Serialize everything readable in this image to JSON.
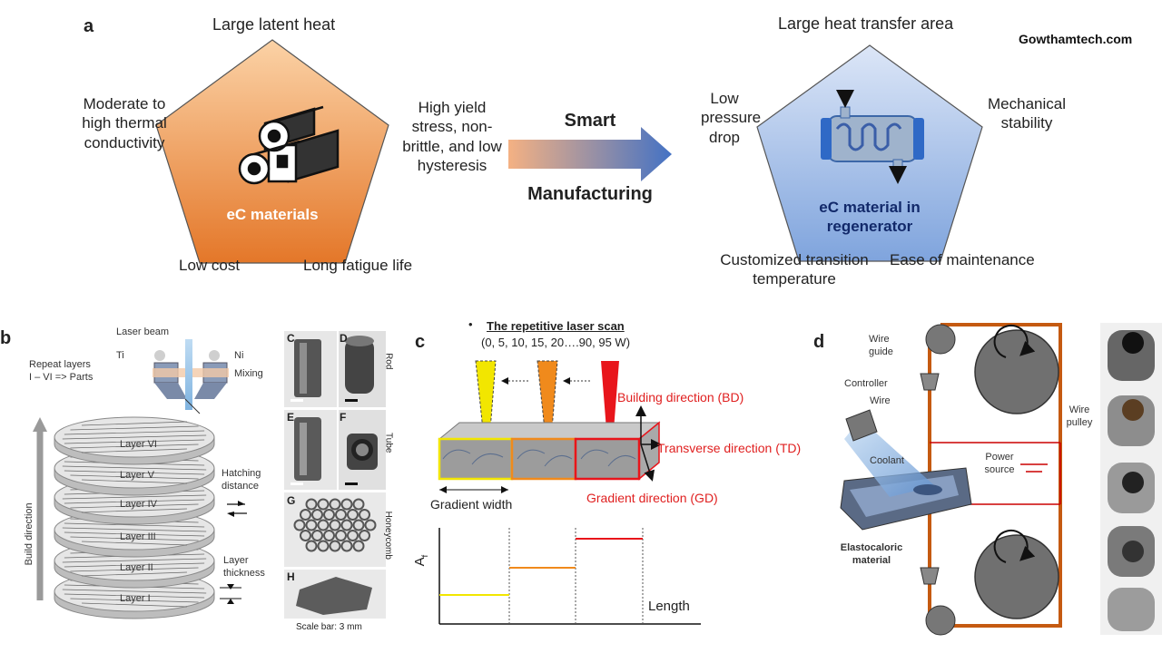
{
  "watermark": "Gowthamtech.com",
  "panel_a": {
    "letter": "a",
    "left_pentagon": {
      "center_label": "eC materials",
      "top": "Large latent heat",
      "left": "Moderate to high thermal conductivity",
      "left_lines": [
        "Moderate to",
        "high thermal",
        "conductivity"
      ],
      "right_lines": [
        "High yield",
        "stress, non-",
        "brittle, and low",
        "hysteresis"
      ],
      "bottom_left": "Low cost",
      "bottom_right": "Long fatigue life",
      "fill_top": "#fbd2a6",
      "fill_bottom": "#e47729"
    },
    "arrow": {
      "top_label": "Smart",
      "bottom_label": "Manufacturing",
      "color_start": "#f4b183",
      "color_end": "#4472c4"
    },
    "right_pentagon": {
      "center_lines": [
        "eC material in",
        "regenerator"
      ],
      "top": "Large heat transfer area",
      "left_lines": [
        "Low",
        "pressure",
        "drop"
      ],
      "right_lines": [
        "Mechanical",
        "stability"
      ],
      "bottom_left_lines": [
        "Customized transition",
        "temperature"
      ],
      "bottom_right": "Ease of maintenance",
      "fill_top": "#dce6f7",
      "fill_bottom": "#7fa4dd"
    }
  },
  "panel_b": {
    "letter": "b",
    "laser_beam": "Laser beam",
    "ti": "Ti",
    "ni": "Ni",
    "mixing": "Mixing",
    "repeat_lines": [
      "Repeat layers",
      "I – VI => Parts"
    ],
    "build_direction": "Build direction",
    "layers": [
      "Layer VI",
      "Layer V",
      "Layer IV",
      "Layer III",
      "Layer II",
      "Layer I"
    ],
    "hatching_lines": [
      "Hatching",
      "distance"
    ],
    "layer_thickness_lines": [
      "Layer",
      "thickness"
    ],
    "photo_letters": [
      "C",
      "D",
      "E",
      "F",
      "G",
      "H"
    ],
    "side_labels": {
      "rod": "Rod",
      "tube": "Tube",
      "honeycomb": "Honeycomb"
    },
    "scale_bar": "Scale bar: 3 mm"
  },
  "panel_c": {
    "letter": "c",
    "bullet": "•",
    "scan_title": "The repetitive laser scan",
    "scan_powers": "(0, 5, 10, 15, 20….90, 95 W)",
    "bd": "Building direction (BD)",
    "td": "Transverse direction (TD)",
    "gd": "Gradient direction (GD)",
    "gradient_width": "Gradient width",
    "y_axis": "A",
    "y_axis_sub": "f",
    "x_axis": "Length",
    "colors": {
      "yellow": "#f2e600",
      "orange": "#f08a1c",
      "red": "#e8151b",
      "label_red": "#e02020"
    }
  },
  "panel_d": {
    "letter": "d",
    "wire_guide_lines": [
      "Wire",
      "guide"
    ],
    "controller": "Controller",
    "wire": "Wire",
    "wire_pulley_lines": [
      "Wire",
      "pulley"
    ],
    "power_source_lines": [
      "Power",
      "source"
    ],
    "coolant": "Coolant",
    "elastocaloric_lines": [
      "Elastocaloric",
      "material"
    ],
    "wire_color": "#c55a11"
  }
}
